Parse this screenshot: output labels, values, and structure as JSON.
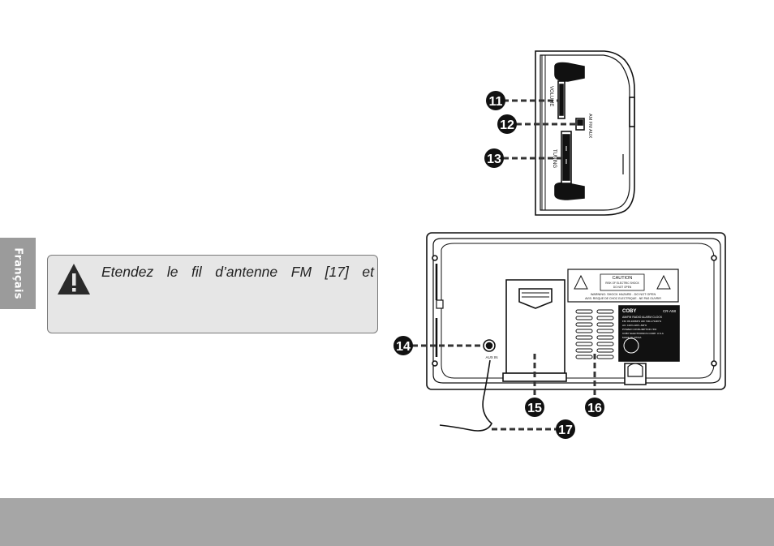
{
  "sidebar": {
    "language_tab": "Français"
  },
  "note": {
    "text": "Etendez le fil d’antenne FM [17] et",
    "icon": "warning-triangle-icon"
  },
  "side_panel": {
    "volume_label": "VOLUME",
    "band_label": "AM FM AUX",
    "tuning_label": "TUNING"
  },
  "back_panel": {
    "caution_title": "CAUTION",
    "caution_line1": "RISK OF ELECTRIC SHOCK",
    "caution_line2": "DO NOT OPEN",
    "warning_en": "WARNING: SHOCK HAZARD - DO NOT OPEN",
    "warning_fr": "AVIS: RISQUE DE CHOC ELECTRIQUE - NE PAS OUVRIR",
    "brand": "COBY",
    "model": "CR-A58",
    "product": "AM/FM RADIO ALARM CLOCK",
    "spec1": "FM: 88-108MHz  AM: 530-1710KHz",
    "spec2": "AC: 110V-120V~60Hz",
    "spec3": "POWER CONSUMPTION: 5W",
    "spec4": "COBY ELECTRONICS CORP. U.S.A",
    "made_in": "MADE IN CHINA",
    "aux_in": "AUX IN"
  },
  "callouts": [
    "11",
    "12",
    "13",
    "14",
    "15",
    "16",
    "17"
  ]
}
